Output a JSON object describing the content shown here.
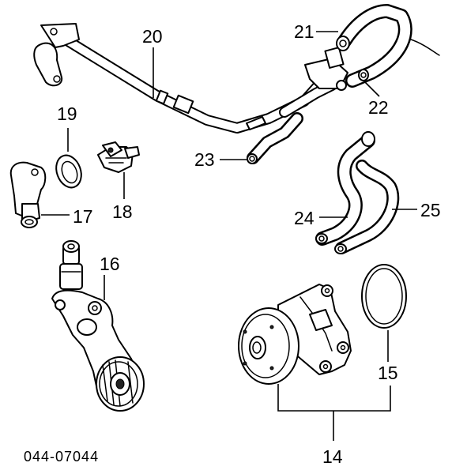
{
  "diagram": {
    "document_code": "044-07044",
    "callouts": {
      "p14": "14",
      "p15": "15",
      "p16": "16",
      "p17": "17",
      "p18": "18",
      "p19": "19",
      "p20": "20",
      "p21": "21",
      "p22": "22",
      "p23": "23",
      "p24": "24",
      "p25": "25"
    }
  }
}
